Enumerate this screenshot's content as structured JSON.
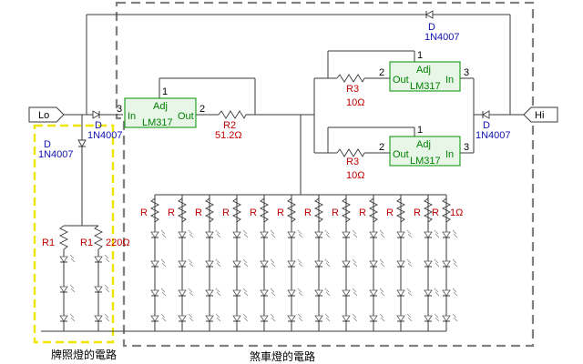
{
  "terminals": {
    "lo": "Lo",
    "hi": "Hi"
  },
  "regulators": [
    {
      "adj": "Adj",
      "in": "In",
      "out": "Out",
      "model": "LM317",
      "pin_in": "3",
      "pin_adj": "1",
      "pin_out": "2"
    },
    {
      "adj": "Adj",
      "in": "In",
      "out": "Out",
      "model": "LM317",
      "pin_in": "3",
      "pin_adj": "1",
      "pin_out": "2"
    },
    {
      "adj": "Adj",
      "in": "In",
      "out": "Out",
      "model": "LM317",
      "pin_in": "3",
      "pin_adj": "1",
      "pin_out": "2"
    }
  ],
  "diodes": {
    "symbol": "D",
    "part": "1N4007"
  },
  "resistors": {
    "r2": {
      "name": "R2",
      "value": "51.2Ω"
    },
    "r3_top": {
      "name": "R3",
      "value": "10Ω"
    },
    "r3_bottom": {
      "name": "R3",
      "value": "10Ω"
    },
    "r1_left": {
      "name": "R1"
    },
    "r1_right": {
      "name": "R1",
      "value": "220Ω"
    },
    "led_r_name": "R",
    "led_r_last_value": "1Ω"
  },
  "captions": {
    "license_plate_circuit": "牌照燈的電路",
    "brake_light_circuit": "煞車燈的電路"
  },
  "colors": {
    "brake_box": "#808080",
    "plate_box": "#f0e600",
    "label_blue": "#1010b0",
    "label_red": "#c00000",
    "label_green": "#008000"
  }
}
